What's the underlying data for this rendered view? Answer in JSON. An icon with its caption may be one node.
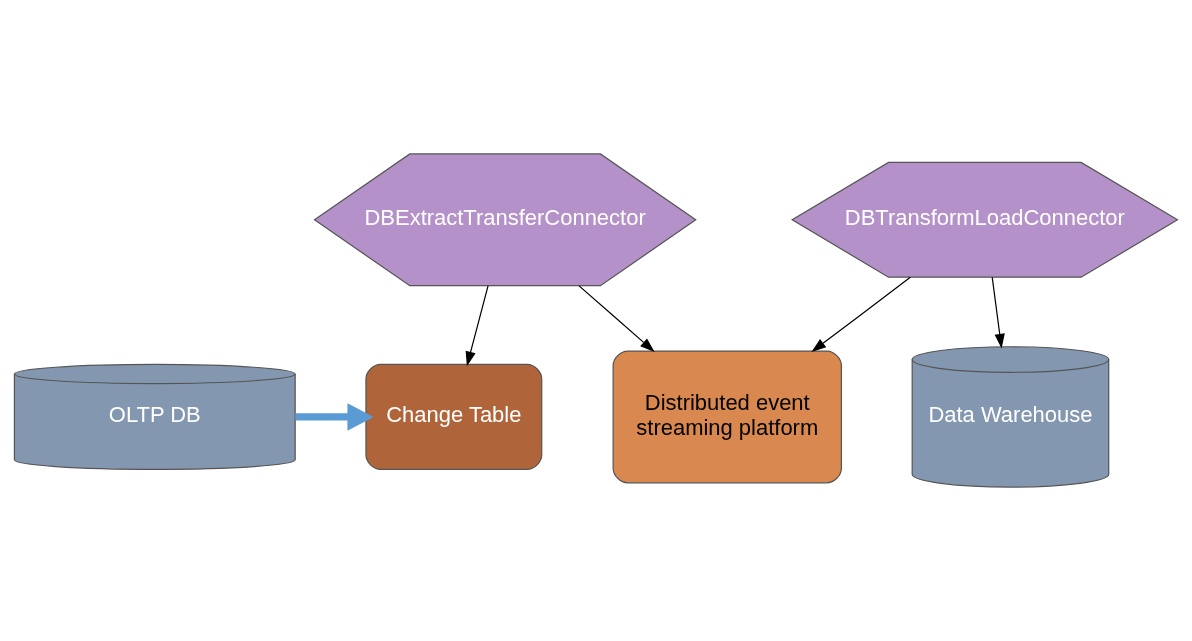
{
  "diagram": {
    "nodes": [
      {
        "text": [
          "OLTP DB"
        ]
      },
      {
        "text": [
          "Change Table"
        ]
      },
      {
        "text": [
          "DBExtractTransferConnector"
        ]
      },
      {
        "text": [
          "Distributed event streaming platform"
        ]
      },
      {
        "text": [
          "DBTransformLoadConnector"
        ]
      },
      {
        "text": [
          "Data Warehouse"
        ]
      }
    ],
    "edges": [
      {
        "from": 0,
        "to": 1,
        "arrow": "to",
        "style": "thick",
        "color": "#5b9bd5"
      },
      {
        "from": 2,
        "to": 1,
        "arrow": "to"
      },
      {
        "from": 2,
        "to": 3,
        "arrow": "to"
      },
      {
        "from": 4,
        "to": 3,
        "arrow": "to"
      },
      {
        "from": 4,
        "to": 5,
        "arrow": "to"
      }
    ]
  }
}
